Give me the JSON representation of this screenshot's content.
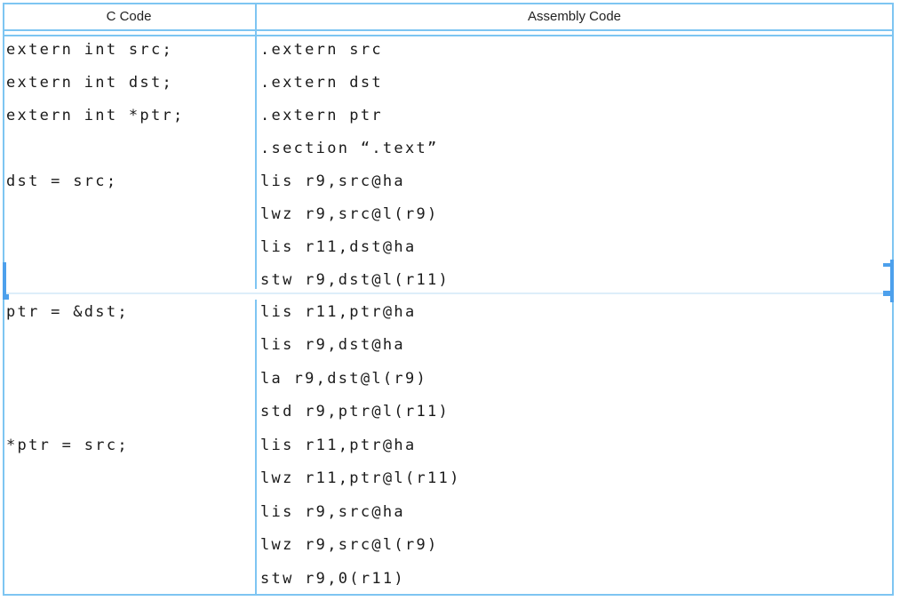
{
  "colors": {
    "table_border": "#7EC5F2",
    "page_break_bar": "#4DA0EC",
    "page_break_line": "#DDEEFA",
    "code_text": "#1A1A1A",
    "header_text": "#222222"
  },
  "header": {
    "c_code": "C Code",
    "assembly_code": "Assembly Code"
  },
  "c_column": [
    {
      "text": "extern int src;",
      "slot": 1
    },
    {
      "text": "extern int dst;",
      "slot": 2
    },
    {
      "text": "extern int *ptr;",
      "slot": 3
    },
    {
      "text": "dst = src;",
      "slot": 5
    },
    {
      "text": "ptr = &dst;",
      "slot": 9
    },
    {
      "text": "*ptr = src;",
      "slot": 13
    }
  ],
  "assembly_column": [
    {
      "text": ".extern src",
      "slot": 1
    },
    {
      "text": ".extern dst",
      "slot": 2
    },
    {
      "text": ".extern ptr",
      "slot": 3
    },
    {
      "text": ".section “.text”",
      "slot": 4
    },
    {
      "text": "lis r9,src@ha",
      "slot": 5
    },
    {
      "text": "lwz r9,src@l(r9)",
      "slot": 6
    },
    {
      "text": "lis r11,dst@ha",
      "slot": 7
    },
    {
      "text": "stw r9,dst@l(r11)",
      "slot": 8
    },
    {
      "text": "lis r11,ptr@ha",
      "slot": 9
    },
    {
      "text": "lis r9,dst@ha",
      "slot": 10
    },
    {
      "text": "la r9,dst@l(r9)",
      "slot": 11
    },
    {
      "text": "std r9,ptr@l(r11)",
      "slot": 12
    },
    {
      "text": "lis r11,ptr@ha",
      "slot": 13
    },
    {
      "text": "lwz r11,ptr@l(r11)",
      "slot": 14
    },
    {
      "text": "lis r9,src@ha",
      "slot": 15
    },
    {
      "text": "lwz r9,src@l(r9)",
      "slot": 16
    },
    {
      "text": "stw r9,0(r11)",
      "slot": 17
    }
  ]
}
